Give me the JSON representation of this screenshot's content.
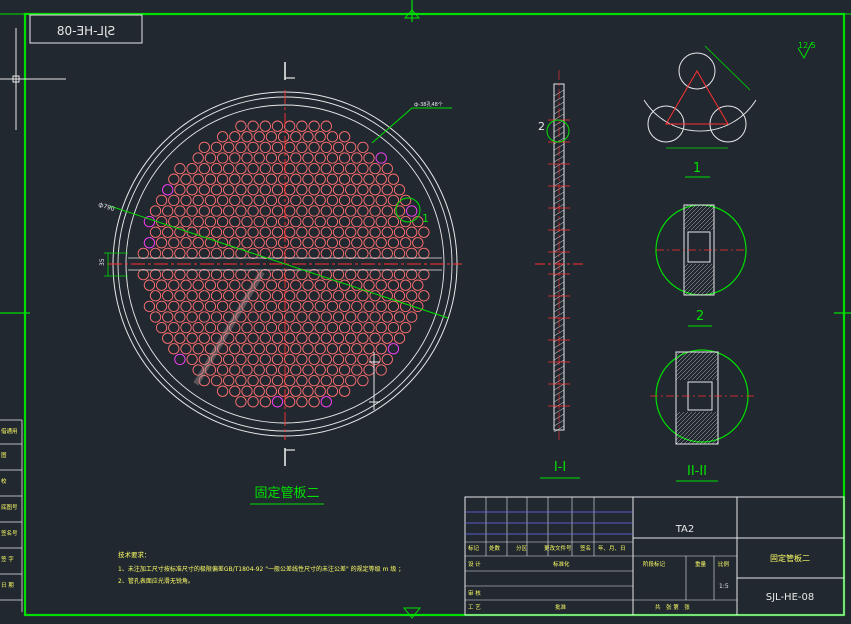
{
  "drawing": {
    "code_mirrored": "SJL-HE-08",
    "title": "固定管板二",
    "section_labels": {
      "section_1": "1",
      "section_2": "2",
      "section_I": "I-I",
      "section_II": "II-II"
    },
    "material": "TA2",
    "sheet_name": "固定管板二",
    "drawing_code": "SJL-HE-08",
    "scale": "1:5",
    "roughness": "12.5"
  },
  "annotations": {
    "tube_count_note": "ф-38孔48个",
    "diameter": "ф790",
    "pitch_dim": "35",
    "label_num_1": "1",
    "label_num_2": "2"
  },
  "notes": {
    "heading": "技术要求：",
    "line1": "1、未注加工尺寸按标准尺寸的极限偏差GB/T1804-92 \"一般公差线性尺寸的未注公差\" 的规定等级 m 级 ；",
    "line2": "2、管孔表面应光滑无锐角。"
  },
  "title_block": {
    "row_labels": [
      "标记",
      "处数",
      "分区",
      "更改文件号",
      "签名",
      "年、月、日"
    ],
    "design": "设 计",
    "standard": "标准化",
    "stage": "阶段标记",
    "weight": "重量",
    "scale_label": "比例",
    "review": "审 核",
    "process": "工 艺",
    "approve": "批准",
    "sheets": "共　张 第　张"
  },
  "side_labels": [
    "借通用",
    "图",
    "校",
    "底图号",
    "签名号",
    "签 字",
    "日 期"
  ]
}
